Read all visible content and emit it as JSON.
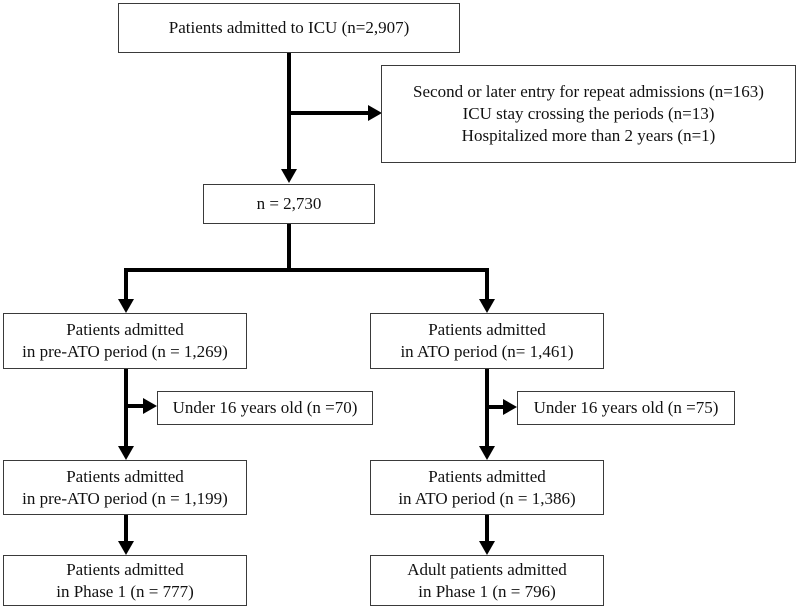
{
  "flowchart": {
    "top": [
      "Patients admitted to ICU (n=2,907)"
    ],
    "exclusion": [
      "Second or later entry for repeat admissions (n=163)",
      "ICU stay crossing the periods (n=13)",
      "Hospitalized more than 2 years (n=1)"
    ],
    "total": [
      "n = 2,730"
    ],
    "left": {
      "period": [
        "Patients admitted",
        "in pre-ATO period (n = 1,269)"
      ],
      "excluded": [
        "Under 16 years old (n =70)"
      ],
      "remaining": [
        "Patients admitted",
        "in pre-ATO period (n = 1,199)"
      ],
      "final": [
        "Patients admitted",
        "in Phase 1 (n = 777)"
      ]
    },
    "right": {
      "period": [
        "Patients admitted",
        "in ATO period (n= 1,461)"
      ],
      "excluded": [
        "Under 16 years old (n =75)"
      ],
      "remaining": [
        "Patients admitted",
        "in ATO period (n = 1,386)"
      ],
      "final": [
        "Adult patients admitted",
        "in Phase 1 (n = 796)"
      ]
    }
  }
}
